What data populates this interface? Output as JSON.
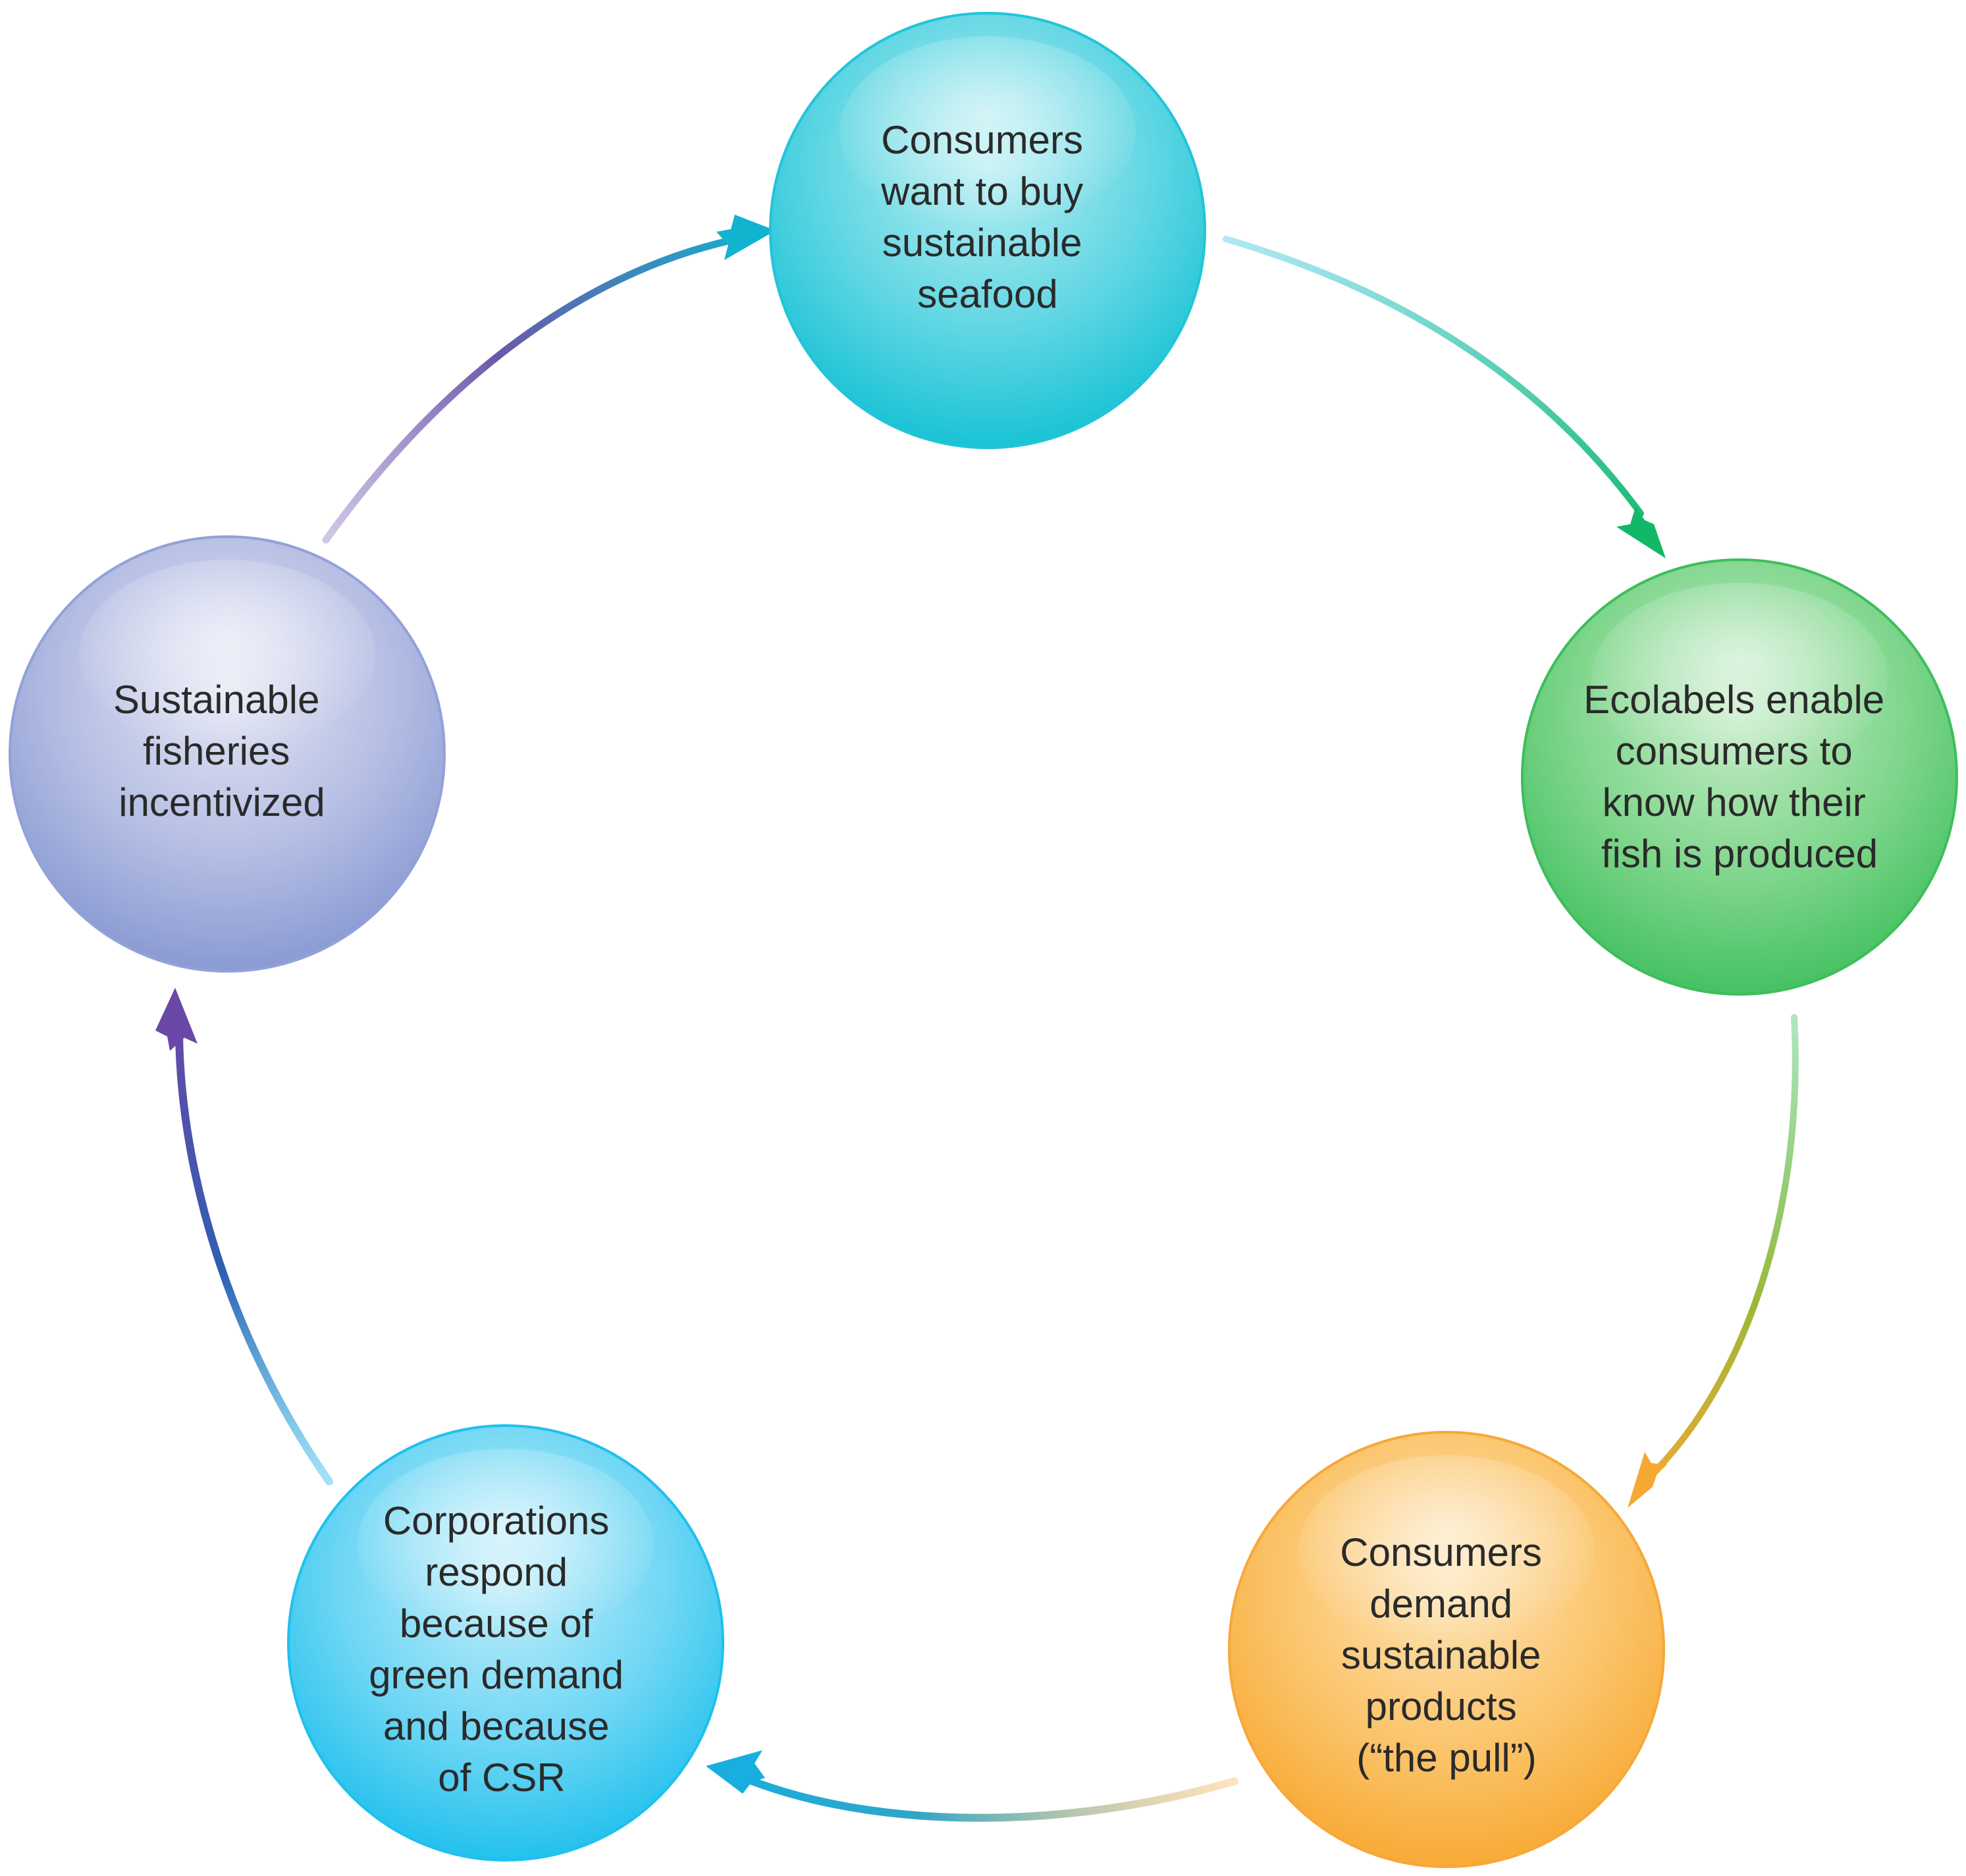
{
  "diagram": {
    "type": "cycle",
    "nodes": [
      {
        "id": "consumers-want",
        "lines": [
          "Consumers",
          "want to buy",
          "sustainable",
          "seafood"
        ],
        "color": "#1ec3d6"
      },
      {
        "id": "ecolabels",
        "lines": [
          "Ecolabels enable",
          "consumers to",
          "know how their",
          "fish is produced"
        ],
        "color": "#3cbf5a"
      },
      {
        "id": "consumers-demand",
        "lines": [
          "Consumers",
          "demand",
          "sustainable",
          "products",
          "(“the pull”)"
        ],
        "color": "#f7a93a"
      },
      {
        "id": "corporations",
        "lines": [
          "Corporations",
          "respond",
          "because of",
          "green demand",
          "and because",
          "of CSR"
        ],
        "color": "#22c2ee"
      },
      {
        "id": "fisheries",
        "lines": [
          "Sustainable",
          "fisheries",
          "incentivized"
        ],
        "color": "#8f9fd6"
      }
    ],
    "arrows": [
      {
        "from": "consumers-want",
        "to": "ecolabels",
        "color": "#18b86a"
      },
      {
        "from": "ecolabels",
        "to": "consumers-demand",
        "color": "#f0a830"
      },
      {
        "from": "consumers-demand",
        "to": "corporations",
        "color": "#1ba9d9"
      },
      {
        "from": "corporations",
        "to": "fisheries",
        "color": "#6a4aa8"
      },
      {
        "from": "fisheries",
        "to": "consumers-want",
        "color": "#1aa7c8"
      }
    ]
  }
}
